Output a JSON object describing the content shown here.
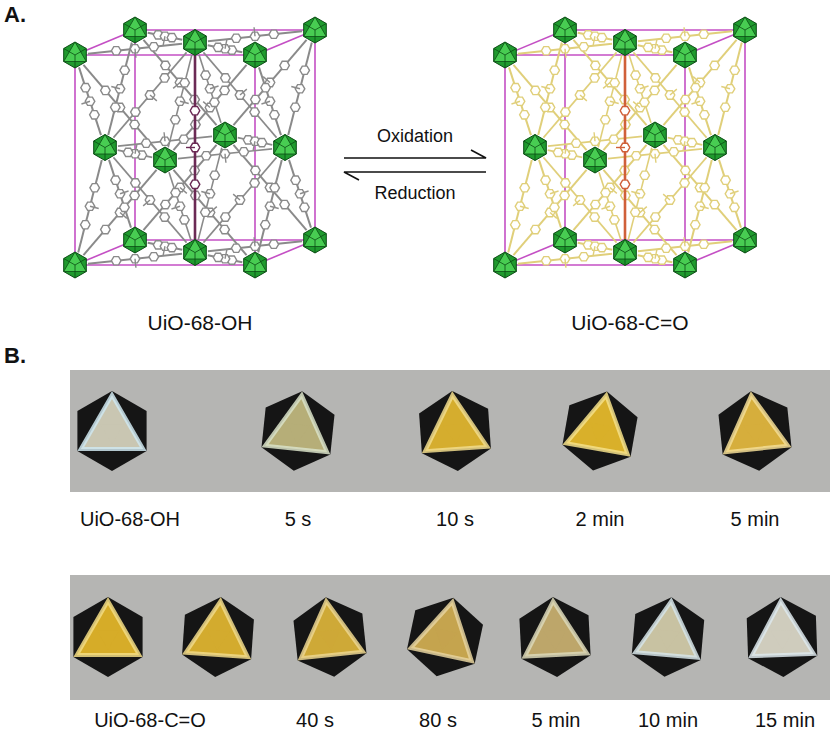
{
  "diagram": {
    "nodes": [
      {
        "text": [
          "UiO-68-OH"
        ]
      },
      {
        "text": [
          "UiO-68-C=O"
        ]
      }
    ],
    "edges": [
      {
        "from": 0,
        "to": 1,
        "arrow": "to",
        "label": "Oxidation"
      },
      {
        "from": 1,
        "to": 0,
        "arrow": "to",
        "label": "Reduction"
      }
    ],
    "labels": [
      "A.",
      "B.",
      "UiO-68-OH",
      "5 s",
      "10 s",
      "2 min",
      "5 min",
      "UiO-68-C=O",
      "40 s",
      "80 s",
      "5 min",
      "10 min",
      "15 min"
    ]
  }
}
